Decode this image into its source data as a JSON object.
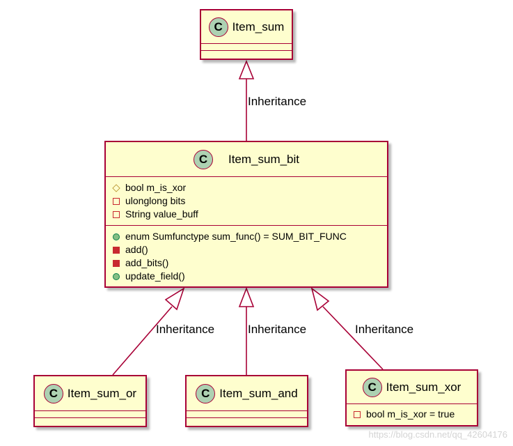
{
  "classes": {
    "item_sum": {
      "icon": "C",
      "name": "Item_sum"
    },
    "item_sum_bit": {
      "icon": "C",
      "name": "Item_sum_bit",
      "fields": [
        {
          "visibility": "protected",
          "text": "bool m_is_xor"
        },
        {
          "visibility": "private",
          "text": "ulonglong bits"
        },
        {
          "visibility": "private",
          "text": "String value_buff"
        }
      ],
      "methods": [
        {
          "visibility": "public",
          "text": "enum Sumfunctype sum_func() = SUM_BIT_FUNC"
        },
        {
          "visibility": "private",
          "text": "add()"
        },
        {
          "visibility": "private",
          "text": "add_bits()"
        },
        {
          "visibility": "public",
          "text": "update_field()"
        }
      ]
    },
    "item_sum_or": {
      "icon": "C",
      "name": "Item_sum_or"
    },
    "item_sum_and": {
      "icon": "C",
      "name": "Item_sum_and"
    },
    "item_sum_xor": {
      "icon": "C",
      "name": "Item_sum_xor",
      "fields": [
        {
          "visibility": "private",
          "text": "bool m_is_xor = true"
        }
      ]
    }
  },
  "relations": {
    "bit_to_sum": "Inheritance",
    "or_to_bit": "Inheritance",
    "and_to_bit": "Inheritance",
    "xor_to_bit": "Inheritance"
  },
  "watermark": "https://blog.csdn.net/qq_42604176",
  "colors": {
    "class_fill": "#fefece",
    "class_border": "#a80036",
    "icon_fill": "#add1b2",
    "private_marker": "#c82930",
    "public_marker": "#84be84",
    "protected_marker": "#b38d22"
  }
}
